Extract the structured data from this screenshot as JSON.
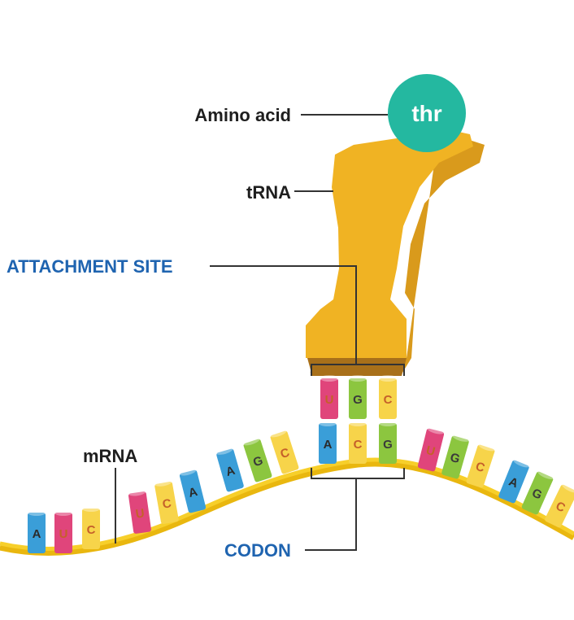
{
  "labels": {
    "amino_acid": "Amino acid",
    "trna": "tRNA",
    "attachment_site": "ATTACHMENT SITE",
    "mrna": "mRNA",
    "codon": "CODON",
    "amino_acid_name": "thr"
  },
  "colors": {
    "trna_body": "#f0b323",
    "trna_shadow": "#d99a1c",
    "trna_base": "#a8701a",
    "amino_acid_circle": "#24b8a0",
    "mrna_strand": "#f2c417",
    "label_blue": "#1f64b0",
    "label_dark": "#1e1e1e",
    "leader_line": "#333333"
  },
  "base_colors": {
    "A": "#3a9ed8",
    "U": "#e0457b",
    "C": "#f7d44a",
    "G": "#8cc63f"
  },
  "letter_colors": {
    "A": "#2a2a2a",
    "U": "#c5602a",
    "C": "#c5602a",
    "G": "#3a3a3a"
  },
  "anticodon": [
    "U",
    "G",
    "C"
  ],
  "codon": [
    "A",
    "C",
    "G"
  ],
  "mrna_left_bases": [
    "A",
    "U",
    "C",
    "U",
    "C",
    "A",
    "A",
    "G",
    "C"
  ],
  "mrna_right_bases": [
    "U",
    "G",
    "C",
    "A",
    "G",
    "C"
  ]
}
